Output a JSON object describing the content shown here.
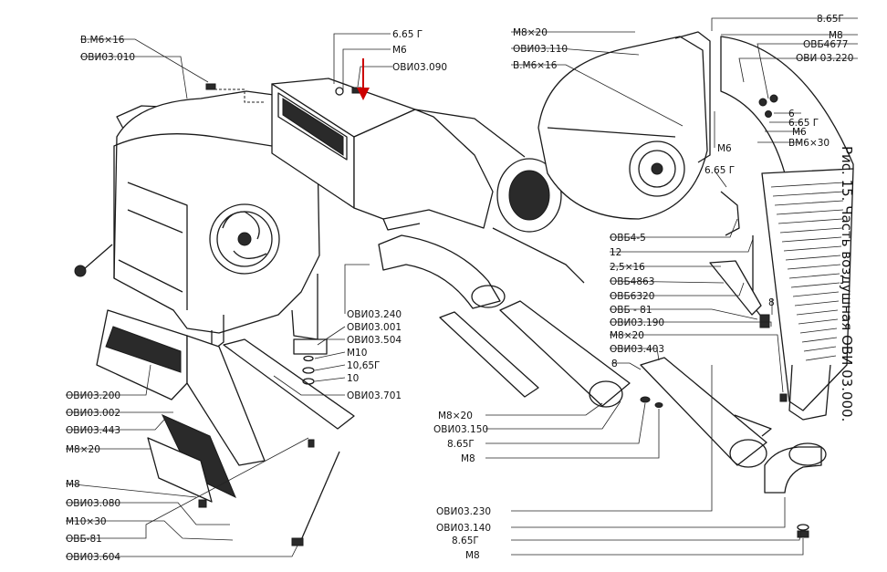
{
  "caption": "Рис. 15. Часть воздушная ОВИ 03.000.",
  "pointer_color": "#cc0000",
  "labels": {
    "vm6x16_a": "В.М6×16",
    "ovi03_010": "ОВИ03.010",
    "g665_top": "6.65 Г",
    "m6_top": "М6",
    "ovi03_090": "ОВИ03.090",
    "m8x20_top": "М8×20",
    "ovi03_110": "ОВИ03.110",
    "vm6x16_b": "В.М6×16",
    "g865_tr": "8.65Г",
    "m8_tr": "М8",
    "ovb64677": "ОВБ4677",
    "ovi03_220": "ОВИ 03.220",
    "n6": "6",
    "g665_r": "6.65 Г",
    "m6_r": "М6",
    "vm6x30": "ВМ6×30",
    "m6_mid": "М6",
    "g665_mid": "6.65 Г",
    "ovb64_5": "ОВБ4-5",
    "n12": "12",
    "n25x16": "2,5×16",
    "ovb4863": "ОВБ4863",
    "ovb6320": "ОВБ6320",
    "ovb_81_r": "ОВБ - 81",
    "ovi03_190": "ОВИ03.190",
    "m8x20_r": "М8×20",
    "ovi03_403": "ОВИ03.403",
    "n8_r": "8",
    "n8_pipe": "8",
    "ovi03_240": "ОВИ03.240",
    "ovi03_001": "ОВИ03.001",
    "ovi03_504": "ОВИ03.504",
    "m10": "М10",
    "g1065": "10,65Г",
    "n10": "10",
    "ovi03_701": "ОВИ03.701",
    "ovi03_200": "ОВИ03.200",
    "ovi03_002": "ОВИ03.002",
    "ovi03_443": "ОВИ03.443",
    "m8x20_l": "М8×20",
    "m8_l": "М8",
    "ovi03_080": "ОВИ03.080",
    "m10x30": "М10×30",
    "ovb_81_l": "ОВБ-81",
    "ovi03_604": "ОВИ03.604",
    "m8x20_c": "М8×20",
    "ovi03_150": "ОВИ03.150",
    "g865_c": "8.65Г",
    "m8_c": "М8",
    "ovi03_230": "ОВИ03.230",
    "ovi03_140": "ОВИ03.140",
    "g865_b": "8.65Г",
    "m8_b": "М8"
  }
}
